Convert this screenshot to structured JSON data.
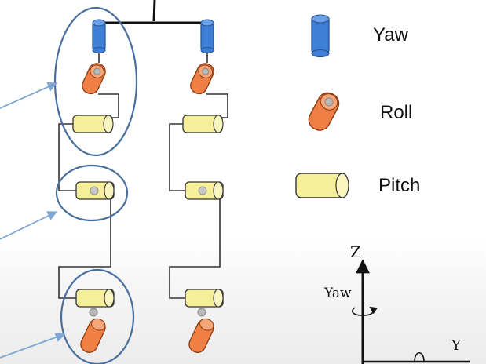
{
  "legend": {
    "items": [
      {
        "key": "yaw",
        "label": "Yaw",
        "color": "#3f7fd6",
        "icon": "blue-cylinder-icon"
      },
      {
        "key": "roll",
        "label": "Roll",
        "color": "#f07f45",
        "icon": "orange-cylinder-icon"
      },
      {
        "key": "pitch",
        "label": "Pitch",
        "color": "#f6ef9a",
        "icon": "yellow-cylinder-icon"
      }
    ]
  },
  "axes": {
    "z_label": "Z",
    "y_label": "Y",
    "yaw_label": "Yaw"
  },
  "colors": {
    "outline": "#222222",
    "ellipse": "#4a6f9e",
    "arrow": "#7fa7d2",
    "gear": "#b8b8b8"
  }
}
